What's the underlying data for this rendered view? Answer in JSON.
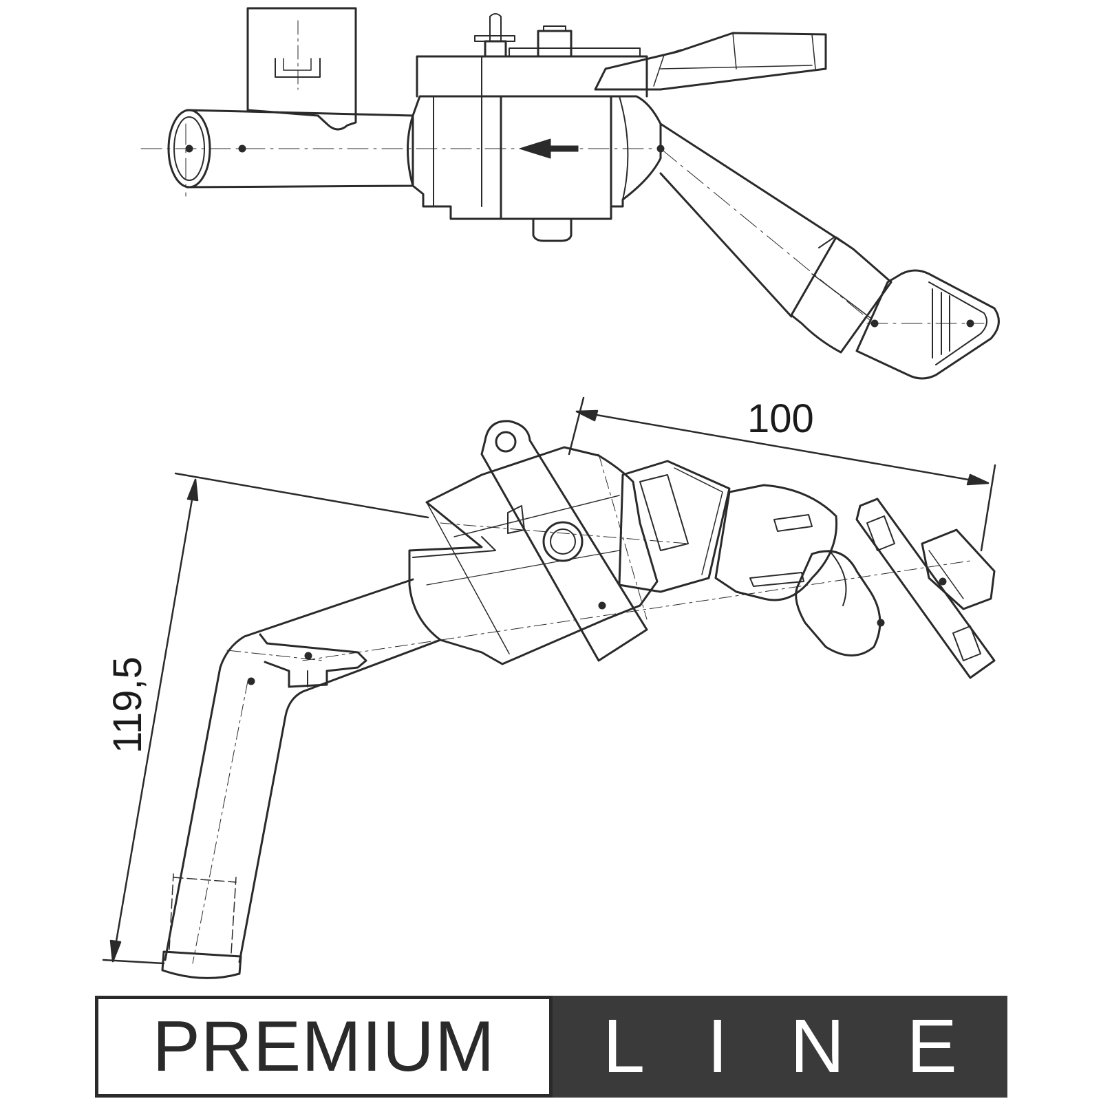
{
  "diagram": {
    "dimensions": {
      "width_label": "100",
      "height_label": "119,5"
    },
    "flow_arrow_icon": "arrow-left-icon"
  },
  "banner": {
    "left_text": "PREMIUM",
    "right_letters": [
      "L",
      "I",
      "N",
      "E"
    ],
    "colors": {
      "border": "#2a2a2a",
      "fill_dark": "#3a3a3a",
      "text_light": "#ffffff"
    }
  }
}
